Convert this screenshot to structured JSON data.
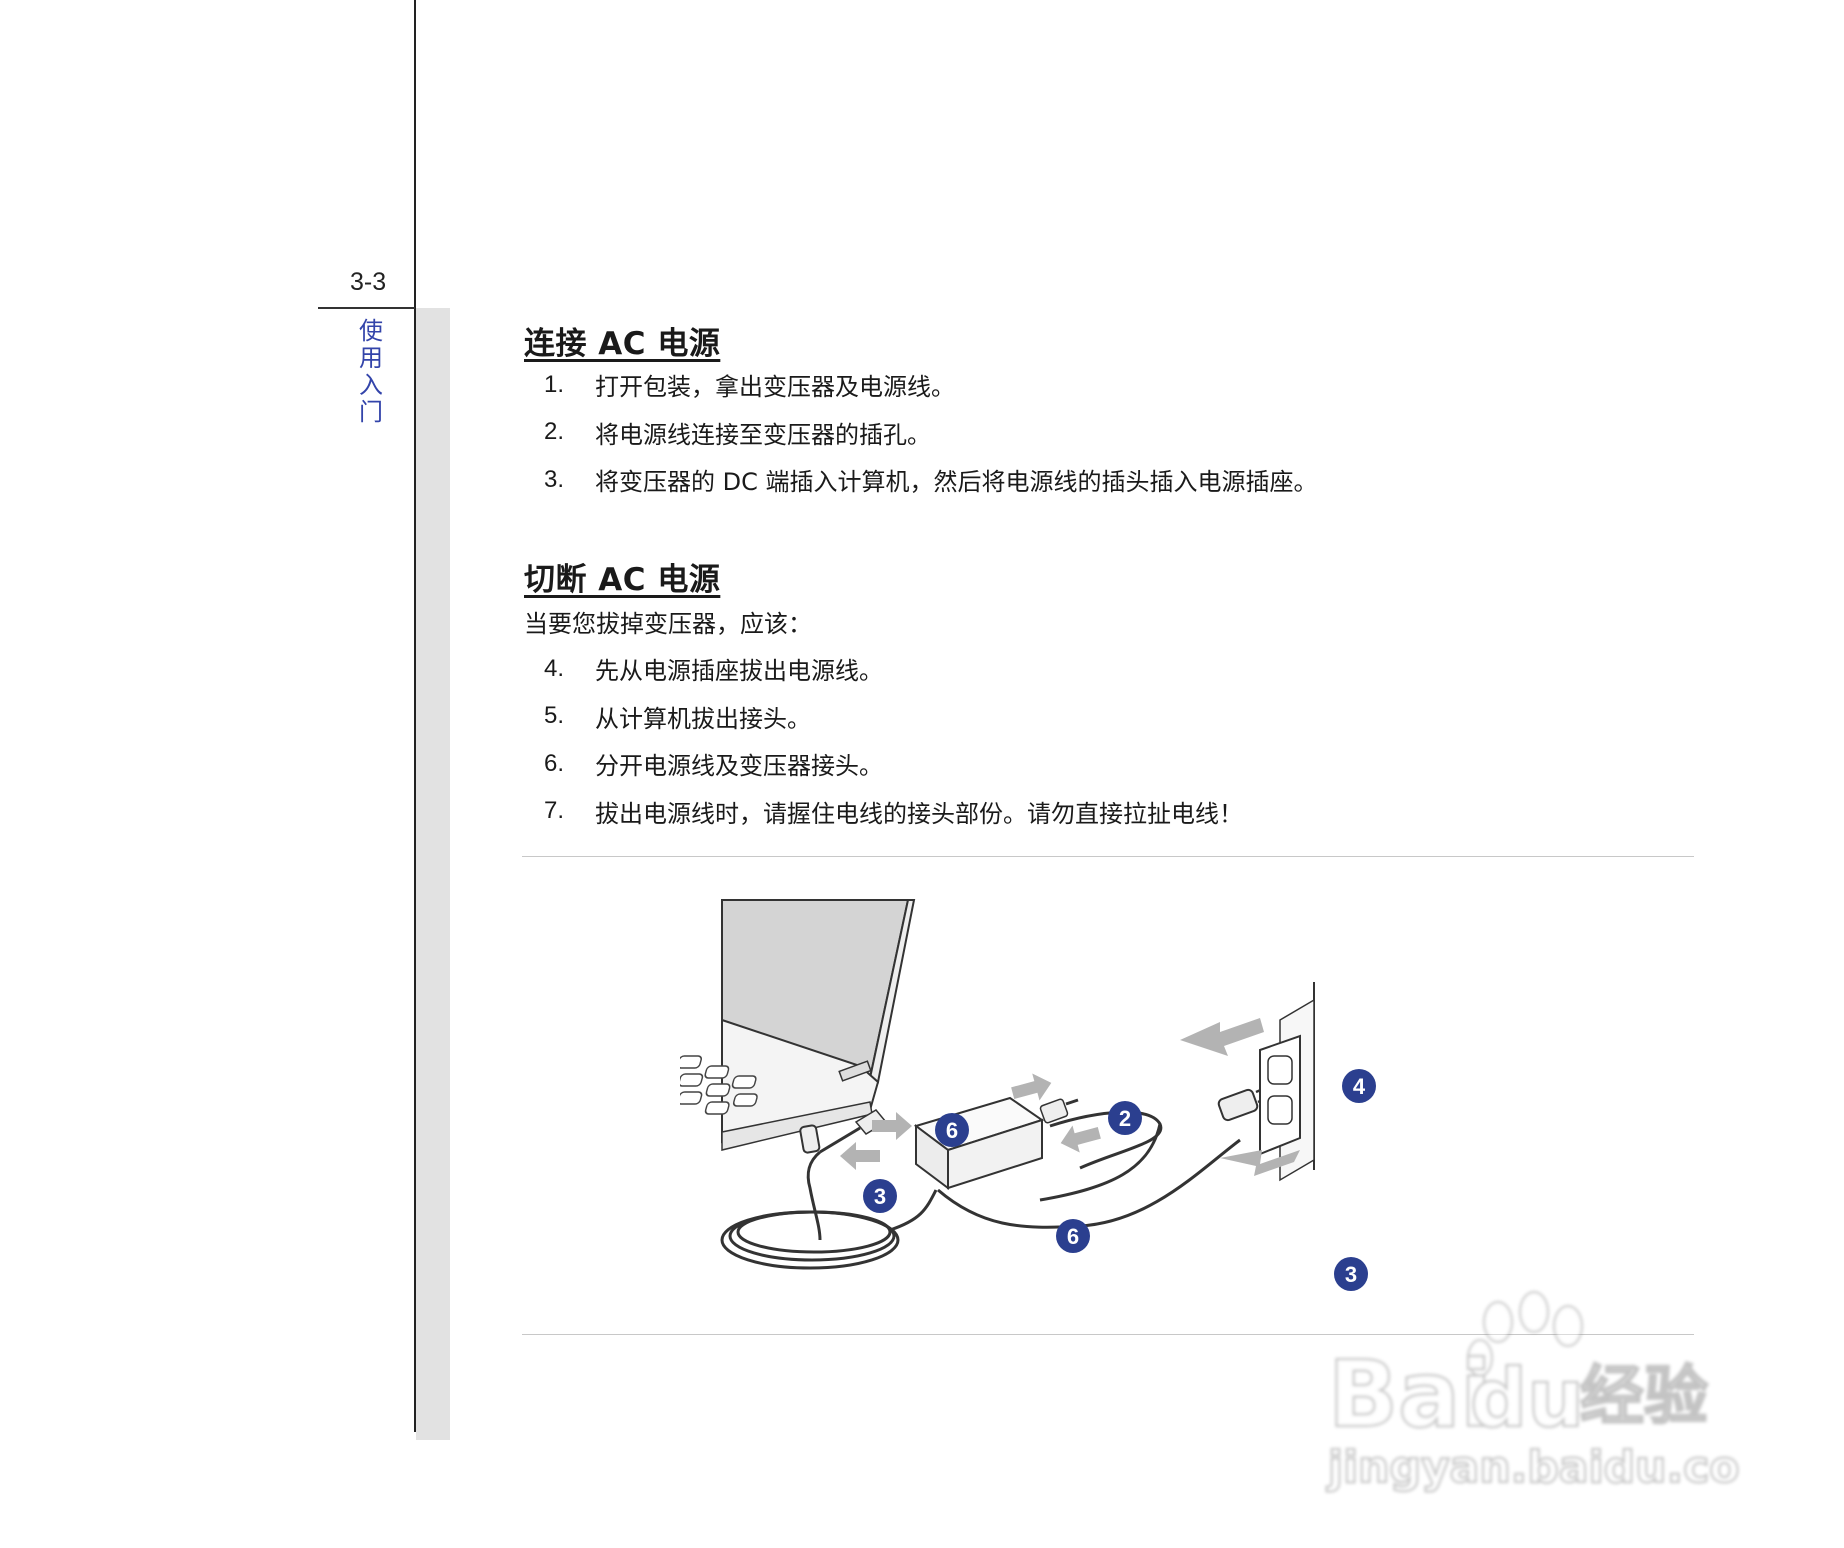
{
  "page": {
    "number": "3-3",
    "side_tab": [
      "使",
      "用",
      "入",
      "门"
    ]
  },
  "connect": {
    "title": "连接 AC 电源",
    "steps": [
      {
        "num": "1.",
        "text": "打开包装，拿出变压器及电源线。"
      },
      {
        "num": "2.",
        "text": "将电源线连接至变压器的插孔。"
      },
      {
        "num": "3.",
        "text": "将变压器的 DC 端插入计算机，然后将电源线的插头插入电源插座。"
      }
    ]
  },
  "disconnect": {
    "title": "切断 AC 电源",
    "intro": "当要您拔掉变压器，应该：",
    "steps": [
      {
        "num": "4.",
        "text": "先从电源插座拔出电源线。"
      },
      {
        "num": "5.",
        "text": "从计算机拔出接头。"
      },
      {
        "num": "6.",
        "text": "分开电源线及变压器接头。"
      },
      {
        "num": "7.",
        "text": "拔出电源线时，请握住电线的接头部份。请勿直接拉扯电线！"
      }
    ]
  },
  "figure": {
    "callouts": [
      "6",
      "3",
      "2",
      "6",
      "4",
      "3"
    ]
  },
  "watermark": {
    "brand": "Bai",
    "brand2": "du",
    "suffix": "经验",
    "url": "jingyan.baidu.com"
  },
  "colors": {
    "side_tab": "#3344aa",
    "callout": "#2b3f8f",
    "arrow": "#b3b3b3"
  }
}
